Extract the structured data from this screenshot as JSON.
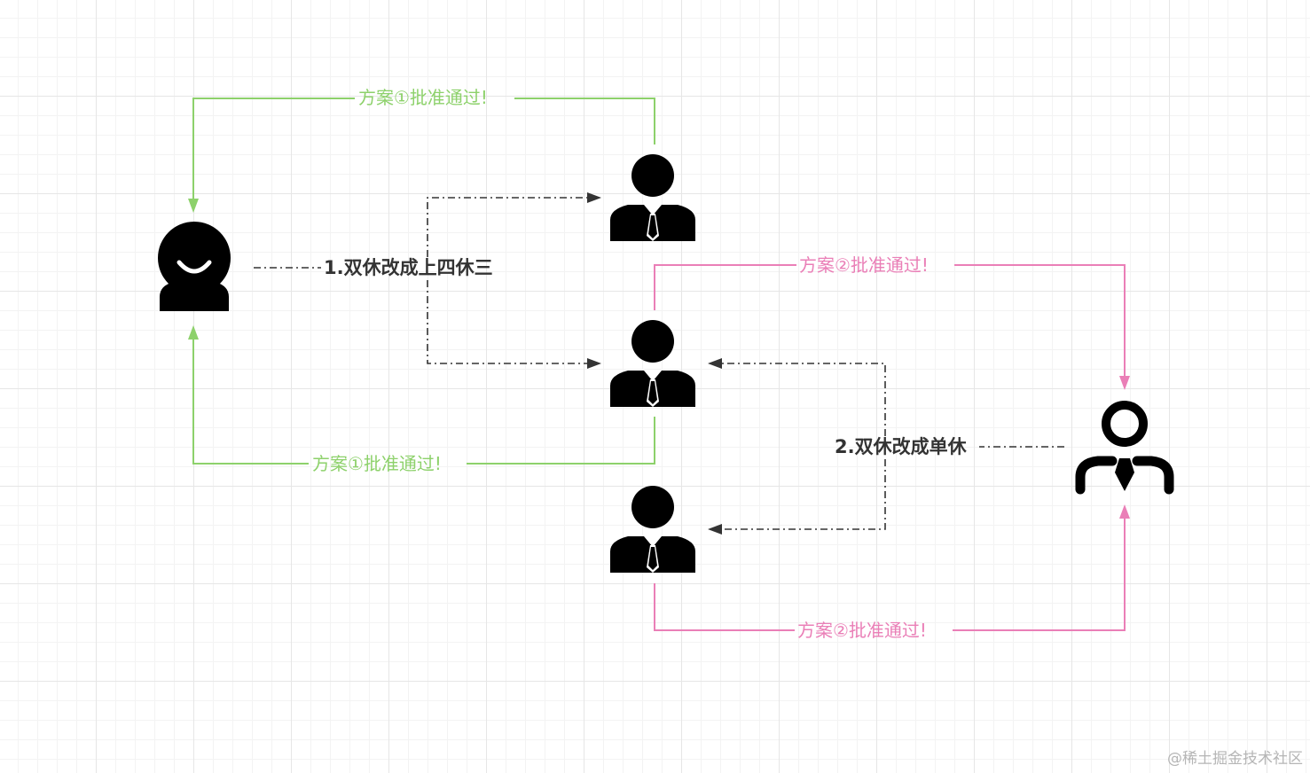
{
  "edges": {
    "green_top": "方案①批准通过!",
    "green_bottom": "方案①批准通过!",
    "pink_top": "方案②批准通过!",
    "pink_bottom": "方案②批准通过!",
    "step1": "1.双休改成上四休三",
    "step2": "2.双休改成单休"
  },
  "watermark": "@稀土掘金技术社区",
  "colors": {
    "approve1": "#8dd16b",
    "approve2": "#ea7fb7",
    "proposal": "#333333",
    "icon": "#000000",
    "grid": "#e6e6e6"
  },
  "icons": {
    "proposer": "smiling-user-icon",
    "approvers": [
      "businessman-icon",
      "businessman-icon",
      "businessman-icon"
    ],
    "final_approver": "manager-icon"
  }
}
